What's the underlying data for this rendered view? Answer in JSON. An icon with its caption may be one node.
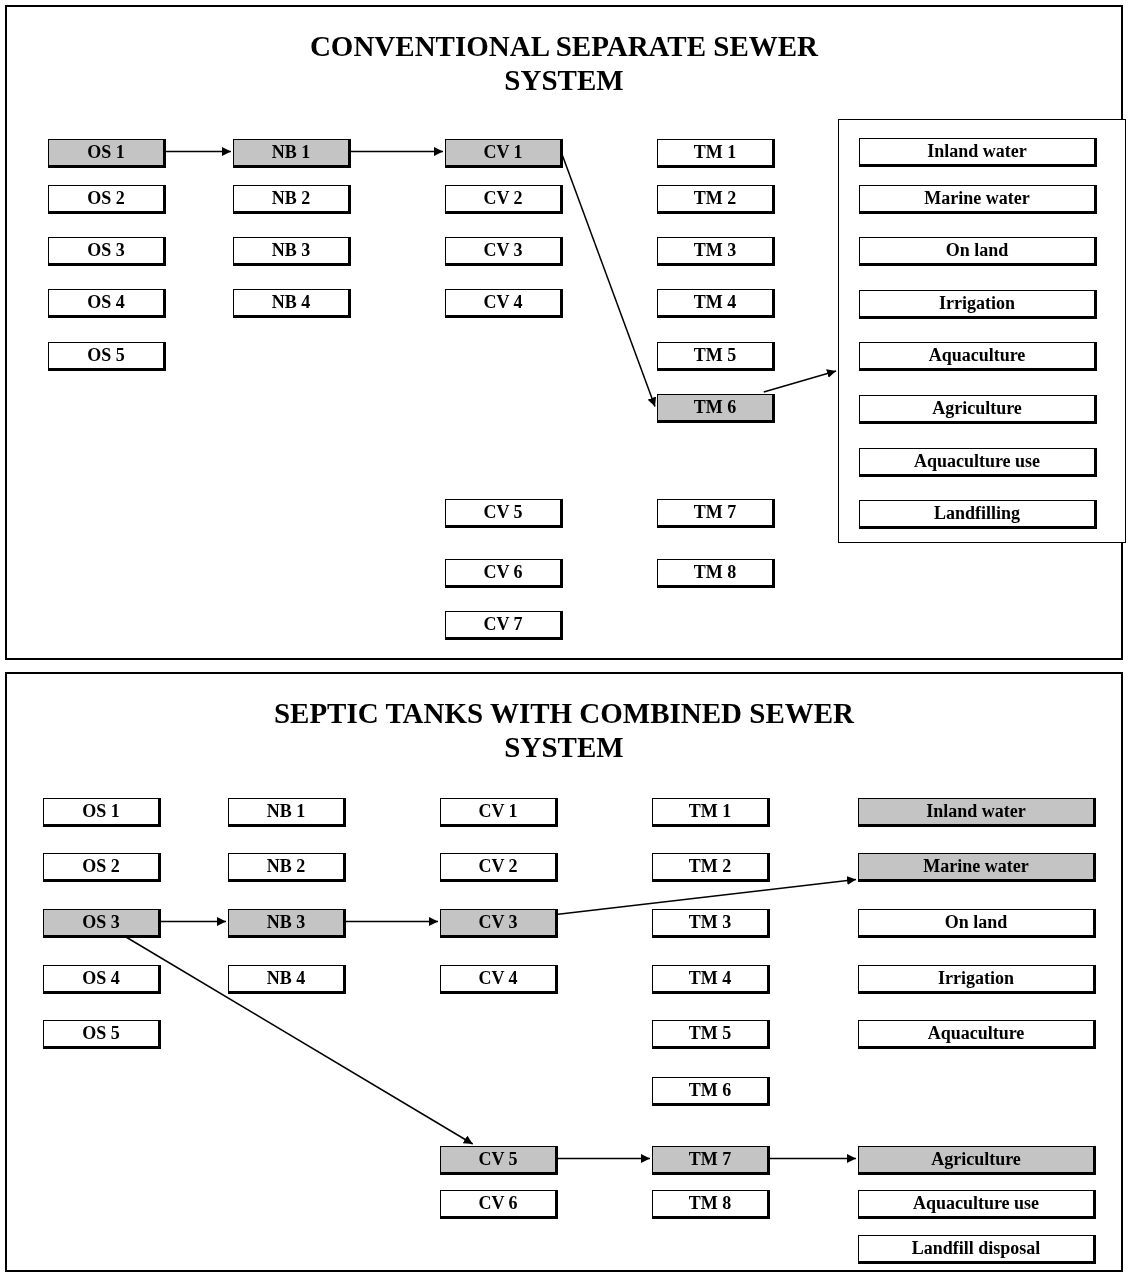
{
  "diagram": {
    "nodes": [
      {
        "text": [
          "CONVENTIONAL SEPARATE SEWER SYSTEM"
        ]
      },
      {
        "text": [
          "OS 1"
        ],
        "in": 0
      },
      {
        "text": [
          "NB 1"
        ],
        "in": 0
      },
      {
        "text": [
          "CV 1"
        ],
        "in": 0
      },
      {
        "text": [
          "TM 1"
        ],
        "in": 0
      },
      {
        "text": [],
        "shape": "box",
        "in": 0
      },
      {
        "text": [
          "Inland water"
        ],
        "in": 5
      },
      {
        "text": [
          "OS 2"
        ],
        "in": 0
      },
      {
        "text": [
          "NB 2"
        ],
        "in": 0
      },
      {
        "text": [
          "CV 2"
        ],
        "in": 0
      },
      {
        "text": [
          "TM 2"
        ],
        "in": 0
      },
      {
        "text": [
          "Marine water"
        ],
        "in": 5
      },
      {
        "text": [
          "OS 3"
        ],
        "in": 0
      },
      {
        "text": [
          "NB 3"
        ],
        "in": 0
      },
      {
        "text": [
          "CV 3"
        ],
        "in": 0
      },
      {
        "text": [
          "TM 3"
        ],
        "in": 0
      },
      {
        "text": [
          "On land"
        ],
        "in": 5
      },
      {
        "text": [
          "OS 4"
        ],
        "in": 0
      },
      {
        "text": [
          "NB 4"
        ],
        "in": 0
      },
      {
        "text": [
          "CV 4"
        ],
        "in": 0
      },
      {
        "text": [
          "TM 4"
        ],
        "in": 0
      },
      {
        "text": [
          "Irrigation"
        ],
        "in": 5
      },
      {
        "text": [
          "OS 5"
        ],
        "in": 0
      },
      {
        "text": [
          "TM 5"
        ],
        "in": 0
      },
      {
        "text": [
          "Aquaculture"
        ],
        "in": 5
      },
      {
        "text": [
          "TM 6"
        ],
        "in": 0
      },
      {
        "text": [
          "Agriculture"
        ],
        "in": 5
      },
      {
        "text": [
          "Aquaculture use"
        ],
        "in": 5
      },
      {
        "text": [
          "CV 5"
        ],
        "in": 0
      },
      {
        "text": [
          "TM 7"
        ],
        "in": 0
      },
      {
        "text": [
          "Landfilling"
        ],
        "in": 5
      },
      {
        "text": [
          "CV 6"
        ],
        "in": 0
      },
      {
        "text": [
          "TM 8"
        ],
        "in": 0
      },
      {
        "text": [
          "CV 7"
        ],
        "in": 0
      },
      {
        "text": [
          "SEPTIC TANKS WITH COMBINED SEWER SYSTEM"
        ]
      },
      {
        "text": [
          "OS 1"
        ],
        "in": 34
      },
      {
        "text": [
          "NB 1"
        ],
        "in": 34
      },
      {
        "text": [
          "CV 1"
        ],
        "in": 34
      },
      {
        "text": [
          "TM 1"
        ],
        "in": 34
      },
      {
        "text": [
          "Inland water"
        ],
        "in": 34
      },
      {
        "text": [
          "OS 2"
        ],
        "in": 34
      },
      {
        "text": [
          "NB 2"
        ],
        "in": 34
      },
      {
        "text": [
          "CV 2"
        ],
        "in": 34
      },
      {
        "text": [
          "TM 2"
        ],
        "in": 34
      },
      {
        "text": [
          "Marine water"
        ],
        "in": 34
      },
      {
        "text": [
          "OS 3"
        ],
        "in": 34
      },
      {
        "text": [
          "NB 3"
        ],
        "in": 34
      },
      {
        "text": [
          "CV 3"
        ],
        "in": 34
      },
      {
        "text": [
          "TM 3"
        ],
        "in": 34
      },
      {
        "text": [
          "On land"
        ],
        "in": 34
      },
      {
        "text": [
          "OS 4"
        ],
        "in": 34
      },
      {
        "text": [
          "NB 4"
        ],
        "in": 34
      },
      {
        "text": [
          "CV 4"
        ],
        "in": 34
      },
      {
        "text": [
          "TM 4"
        ],
        "in": 34
      },
      {
        "text": [
          "Irrigation"
        ],
        "in": 34
      },
      {
        "text": [
          "OS 5"
        ],
        "in": 34
      },
      {
        "text": [
          "TM 5"
        ],
        "in": 34
      },
      {
        "text": [
          "Aquaculture"
        ],
        "in": 34
      },
      {
        "text": [
          "TM 6"
        ],
        "in": 34
      },
      {
        "text": [
          "CV 5"
        ],
        "in": 34
      },
      {
        "text": [
          "TM 7"
        ],
        "in": 34
      },
      {
        "text": [
          "Agriculture"
        ],
        "in": 34
      },
      {
        "text": [
          "CV 6"
        ],
        "in": 34
      },
      {
        "text": [
          "TM 8"
        ],
        "in": 34
      },
      {
        "text": [
          "Aquaculture use"
        ],
        "in": 34
      },
      {
        "text": [
          "Landfill disposal"
        ],
        "in": 34
      }
    ],
    "edges": [
      {
        "from": 1,
        "to": 2,
        "arrow": "to"
      },
      {
        "from": 2,
        "to": 3,
        "arrow": "to"
      },
      {
        "from": 3,
        "to": 25,
        "arrow": "to"
      },
      {
        "from": 25,
        "to": 5,
        "arrow": "to"
      },
      {
        "from": 45,
        "to": 46,
        "arrow": "to"
      },
      {
        "from": 46,
        "to": 47,
        "arrow": "to"
      },
      {
        "from": 47,
        "to": 44,
        "arrow": "to"
      },
      {
        "from": 45,
        "to": 59,
        "arrow": "to"
      },
      {
        "from": 59,
        "to": 60,
        "arrow": "to"
      },
      {
        "from": 60,
        "to": 61,
        "arrow": "to"
      }
    ]
  }
}
